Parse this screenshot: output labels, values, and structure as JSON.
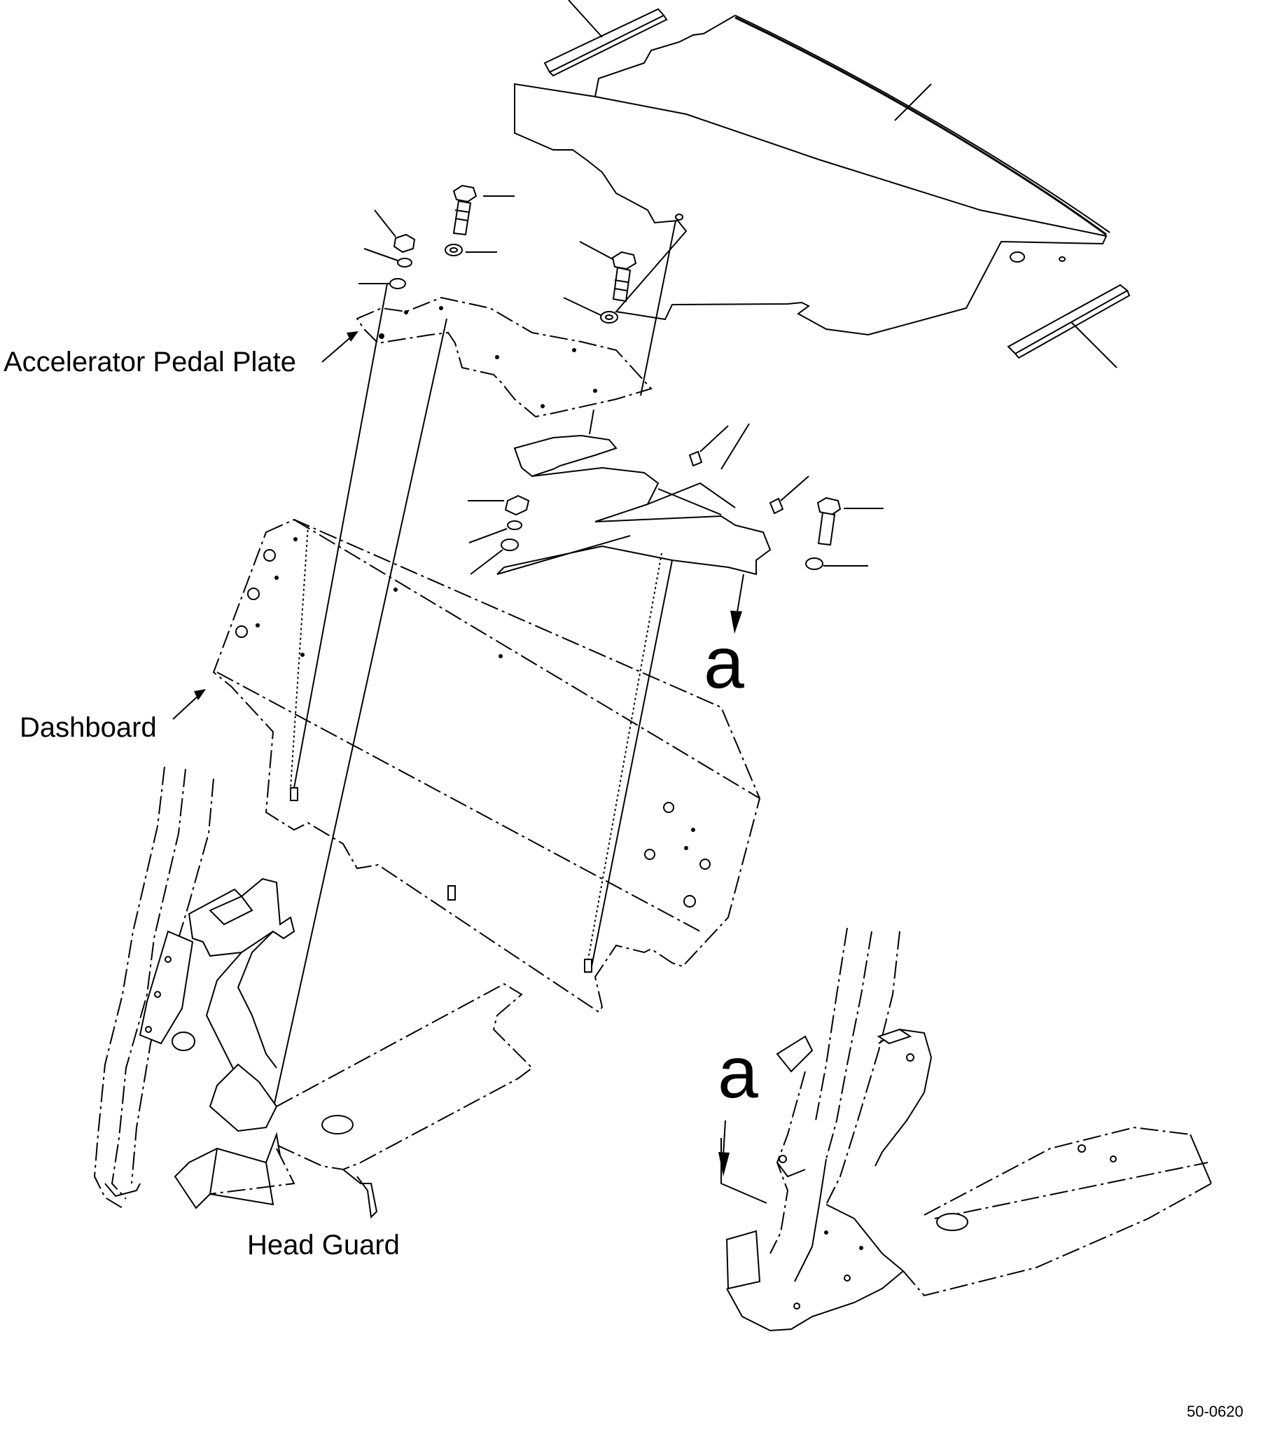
{
  "labels": {
    "accelerator_pedal_plate": "Accelerator Pedal Plate",
    "dashboard": "Dashboard",
    "head_guard": "Head Guard",
    "view_a_arrow": "a",
    "view_a_detail": "a",
    "figure_code": "50-0620"
  }
}
